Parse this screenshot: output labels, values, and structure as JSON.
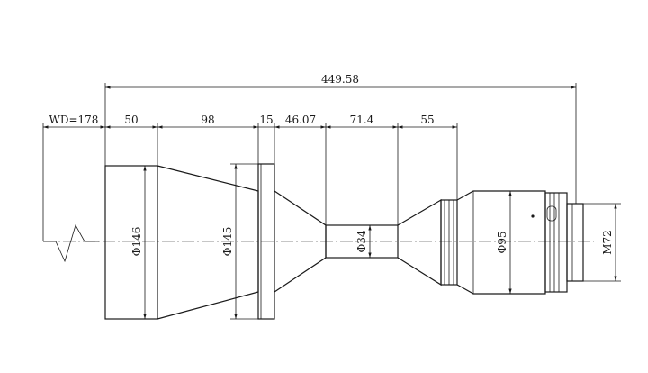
{
  "dimensions": {
    "total_length": "449.58",
    "working_distance": "WD=178",
    "seg_1": "50",
    "seg_2": "98",
    "seg_3": "15",
    "seg_4": "46.07",
    "seg_5": "71.4",
    "seg_6": "55",
    "dia_front": "Φ146",
    "dia_flange": "Φ145",
    "dia_neck": "Φ34",
    "dia_rear": "Φ95",
    "thread": "M72"
  },
  "colors": {
    "ink": "#1a1a1a",
    "background": "#ffffff"
  }
}
